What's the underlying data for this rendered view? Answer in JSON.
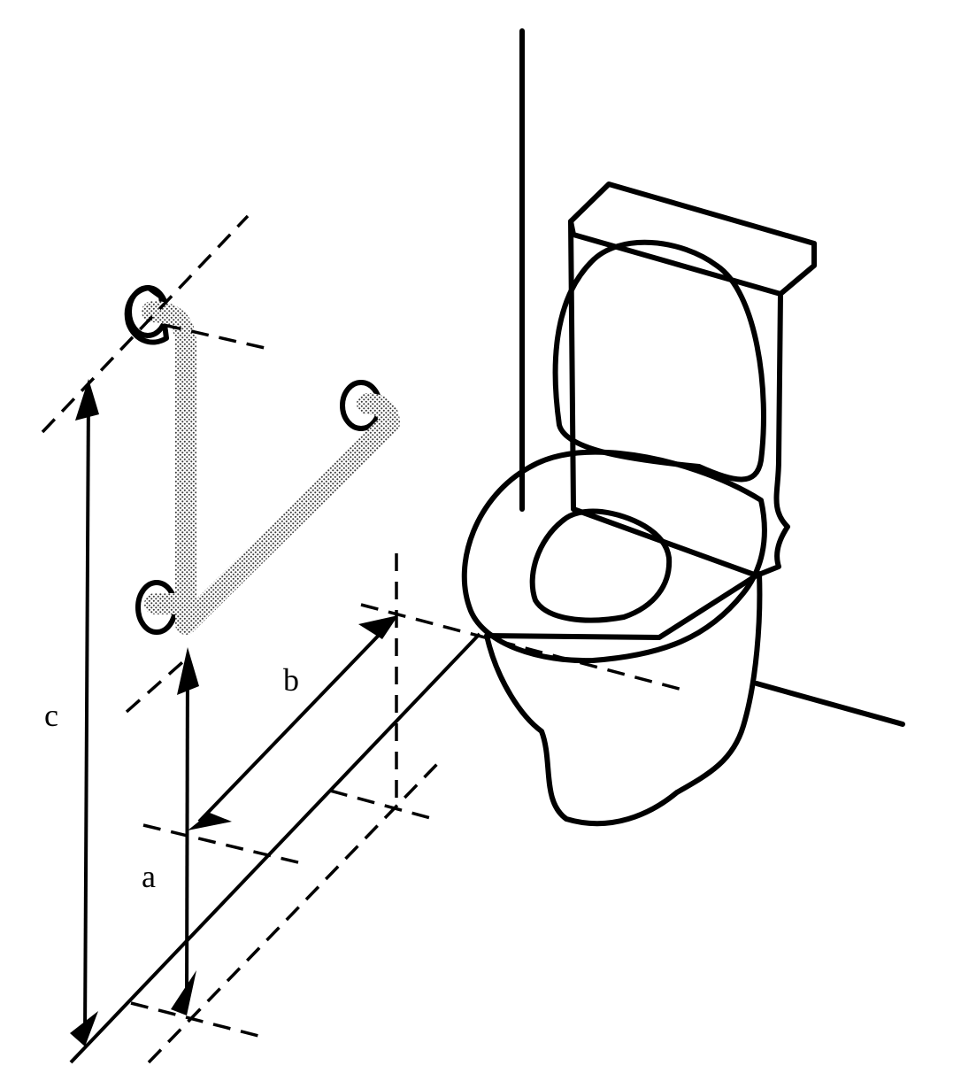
{
  "labels": {
    "a": "a",
    "b": "b",
    "c": "c"
  },
  "colors": {
    "stroke": "#000000",
    "background": "#ffffff",
    "stipple": "#9a9a9a"
  }
}
